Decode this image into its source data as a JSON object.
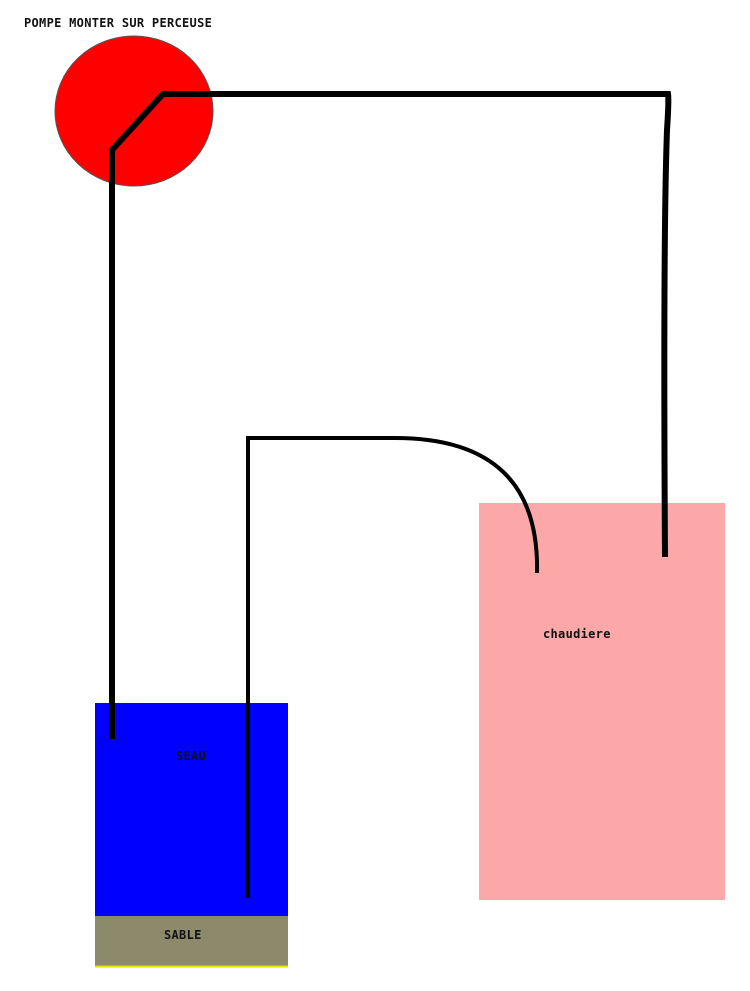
{
  "title": "POMPE MONTER SUR PERCEUSE",
  "components": {
    "pump": {
      "name": "pump",
      "color": "#ff0000",
      "outline": "#555555"
    },
    "bucket": {
      "label": "SEAU",
      "color": "#0000ff"
    },
    "sand": {
      "label": "SABLE",
      "color": "#8c8a6b",
      "edge_color": "#e8e000"
    },
    "boiler": {
      "label": "chaudiere",
      "color": "#fca8a8"
    }
  },
  "pipe_color": "#000000"
}
